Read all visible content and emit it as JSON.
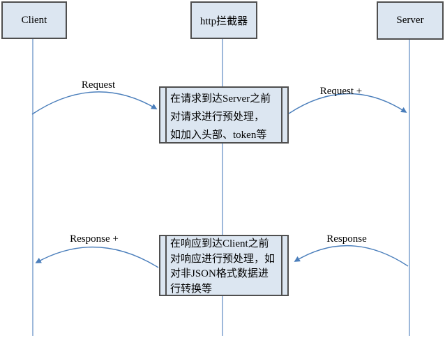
{
  "colors": {
    "arrow": "#4a7ebb",
    "lifeline": "#9db8da",
    "box_fill": "#dce6f1",
    "box_border": "#4f4f4f",
    "text": "#000000",
    "background": "#ffffff"
  },
  "actors": [
    {
      "id": "client",
      "label": "Client"
    },
    {
      "id": "interceptor",
      "label": "http拦截器"
    },
    {
      "id": "server",
      "label": "Server"
    }
  ],
  "messages": [
    {
      "id": "request",
      "label": "Request",
      "from": "client",
      "to": "interceptor"
    },
    {
      "id": "request-plus",
      "label": "Request +",
      "from": "interceptor",
      "to": "server"
    },
    {
      "id": "response",
      "label": "Response",
      "from": "server",
      "to": "interceptor"
    },
    {
      "id": "response-plus",
      "label": "Response +",
      "from": "interceptor",
      "to": "client"
    }
  ],
  "notes": [
    {
      "id": "request-note",
      "lines": [
        "在请求到达Server之前",
        "对请求进行预处理，",
        "如加入头部、token等"
      ]
    },
    {
      "id": "response-note",
      "lines": [
        "在响应到达Client之前",
        "对响应进行预处理，如",
        "对非JSON格式数据进",
        "行转换等"
      ]
    }
  ]
}
